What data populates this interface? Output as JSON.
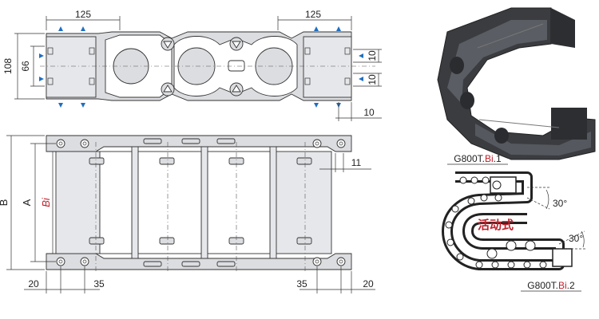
{
  "top_view": {
    "dim_left_width": "125",
    "dim_right_width": "125",
    "dim_height_outer": "108",
    "dim_height_inner": "66",
    "dim_right_a": "10",
    "dim_right_b": "10",
    "dim_right_c": "10"
  },
  "front_view": {
    "label_B": "B",
    "label_A": "A",
    "label_Bi": "Bi",
    "dim_11": "11",
    "dim_bottom_left_20": "20",
    "dim_bottom_left_35": "35",
    "dim_bottom_right_35": "35",
    "dim_bottom_right_20": "20"
  },
  "products": {
    "model_1_prefix": "G800T.",
    "model_1_bi": "Bi",
    "model_1_suffix": ".1",
    "model_2_prefix": "G800T.",
    "model_2_bi": "Bi",
    "model_2_suffix": ".2",
    "movable_label": "活动式",
    "angle_top": "30°",
    "angle_bottom": "30°"
  },
  "colors": {
    "accent_blue": "#1f6fc0",
    "accent_red": "#c0202a",
    "part_gray": "#dcdde0"
  }
}
